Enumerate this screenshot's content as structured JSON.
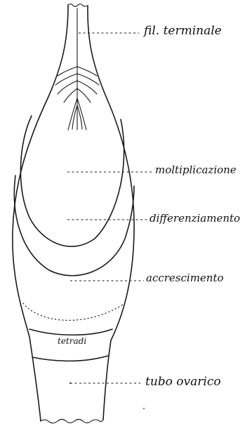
{
  "labels": {
    "fil_terminale": "fil. terminale",
    "moltiplicazione": "moltiplicazione",
    "differenziamento": "differenziamento",
    "accrescimento": "accrescimento",
    "tetradi": "tetradi",
    "tubo_ovarico": "tubo ovarico"
  },
  "colors": {
    "ink": "#1a1a1a",
    "paper": "#ffffff"
  }
}
